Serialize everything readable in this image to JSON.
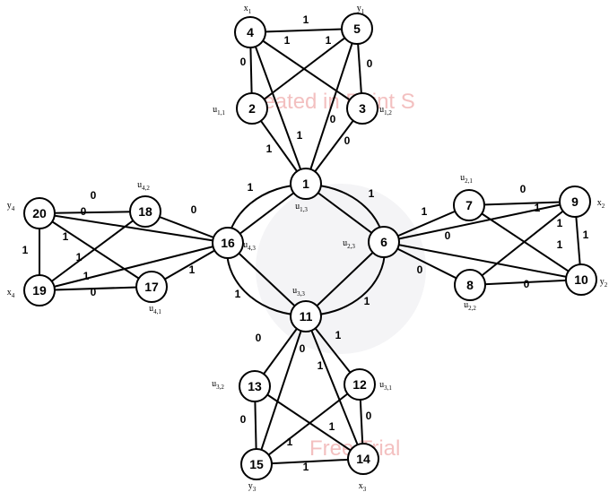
{
  "watermark": {
    "top_text": "Created in Paint S",
    "bottom_text": "Free Trial"
  },
  "nodes": [
    {
      "id": "1",
      "label": "1"
    },
    {
      "id": "2",
      "label": "2"
    },
    {
      "id": "3",
      "label": "3"
    },
    {
      "id": "4",
      "label": "4"
    },
    {
      "id": "5",
      "label": "5"
    },
    {
      "id": "6",
      "label": "6"
    },
    {
      "id": "7",
      "label": "7"
    },
    {
      "id": "8",
      "label": "8"
    },
    {
      "id": "9",
      "label": "9"
    },
    {
      "id": "10",
      "label": "10"
    },
    {
      "id": "11",
      "label": "11"
    },
    {
      "id": "12",
      "label": "12"
    },
    {
      "id": "13",
      "label": "13"
    },
    {
      "id": "14",
      "label": "14"
    },
    {
      "id": "15",
      "label": "15"
    },
    {
      "id": "16",
      "label": "16"
    },
    {
      "id": "17",
      "label": "17"
    },
    {
      "id": "18",
      "label": "18"
    },
    {
      "id": "19",
      "label": "19"
    },
    {
      "id": "20",
      "label": "20"
    }
  ],
  "edges": [
    {
      "from": "4",
      "to": "5",
      "weight": "1"
    },
    {
      "from": "4",
      "to": "2",
      "weight": "0"
    },
    {
      "from": "5",
      "to": "3",
      "weight": "0"
    },
    {
      "from": "4",
      "to": "3",
      "weight": "1"
    },
    {
      "from": "5",
      "to": "2",
      "weight": "1"
    },
    {
      "from": "4",
      "to": "1",
      "weight": "1"
    },
    {
      "from": "5",
      "to": "1",
      "weight": "0"
    },
    {
      "from": "2",
      "to": "1",
      "weight": "1"
    },
    {
      "from": "3",
      "to": "1",
      "weight": "0"
    },
    {
      "from": "1",
      "to": "6",
      "weight": "1"
    },
    {
      "from": "1",
      "to": "16",
      "weight": "1"
    },
    {
      "from": "16",
      "to": "11",
      "weight": "1"
    },
    {
      "from": "6",
      "to": "11",
      "weight": "1"
    },
    {
      "from": "7",
      "to": "9",
      "weight": "0"
    },
    {
      "from": "9",
      "to": "10",
      "weight": "1"
    },
    {
      "from": "8",
      "to": "10",
      "weight": "0"
    },
    {
      "from": "7",
      "to": "10",
      "weight": "1"
    },
    {
      "from": "9",
      "to": "8",
      "weight": "1"
    },
    {
      "from": "6",
      "to": "7",
      "weight": "1"
    },
    {
      "from": "6",
      "to": "9",
      "weight": "1"
    },
    {
      "from": "6",
      "to": "10",
      "weight": "0"
    },
    {
      "from": "6",
      "to": "8",
      "weight": "0"
    },
    {
      "from": "13",
      "to": "15",
      "weight": "0"
    },
    {
      "from": "15",
      "to": "14",
      "weight": "1"
    },
    {
      "from": "12",
      "to": "14",
      "weight": "0"
    },
    {
      "from": "13",
      "to": "14",
      "weight": "1"
    },
    {
      "from": "12",
      "to": "15",
      "weight": "1"
    },
    {
      "from": "11",
      "to": "13",
      "weight": "0"
    },
    {
      "from": "11",
      "to": "12",
      "weight": "1"
    },
    {
      "from": "11",
      "to": "15",
      "weight": "0"
    },
    {
      "from": "11",
      "to": "14",
      "weight": "1"
    },
    {
      "from": "20",
      "to": "18",
      "weight": "0"
    },
    {
      "from": "20",
      "to": "19",
      "weight": "1"
    },
    {
      "from": "19",
      "to": "17",
      "weight": "0"
    },
    {
      "from": "20",
      "to": "17",
      "weight": "1"
    },
    {
      "from": "19",
      "to": "18",
      "weight": "1"
    },
    {
      "from": "18",
      "to": "16",
      "weight": "0"
    },
    {
      "from": "20",
      "to": "16",
      "weight": "0"
    },
    {
      "from": "19",
      "to": "16",
      "weight": "1"
    },
    {
      "from": "17",
      "to": "16",
      "weight": "1"
    }
  ],
  "variable_labels": [
    {
      "id": "x1",
      "base": "x",
      "sub": "1"
    },
    {
      "id": "y1",
      "base": "y",
      "sub": "1"
    },
    {
      "id": "u11",
      "base": "u",
      "sub": "1,1"
    },
    {
      "id": "u12",
      "base": "u",
      "sub": "1,2"
    },
    {
      "id": "u13",
      "base": "u",
      "sub": "1,3"
    },
    {
      "id": "u21",
      "base": "u",
      "sub": "2,1"
    },
    {
      "id": "x2",
      "base": "x",
      "sub": "2"
    },
    {
      "id": "u23",
      "base": "u",
      "sub": "2,3"
    },
    {
      "id": "y2",
      "base": "y",
      "sub": "2"
    },
    {
      "id": "u22",
      "base": "u",
      "sub": "2,2"
    },
    {
      "id": "u42",
      "base": "u",
      "sub": "4,2"
    },
    {
      "id": "y4",
      "base": "y",
      "sub": "4"
    },
    {
      "id": "u43",
      "base": "u",
      "sub": "4,3"
    },
    {
      "id": "x4",
      "base": "x",
      "sub": "4"
    },
    {
      "id": "u41",
      "base": "u",
      "sub": "4,1"
    },
    {
      "id": "u33",
      "base": "u",
      "sub": "3,3"
    },
    {
      "id": "u32",
      "base": "u",
      "sub": "3,2"
    },
    {
      "id": "u31",
      "base": "u",
      "sub": "3,1"
    },
    {
      "id": "y3",
      "base": "y",
      "sub": "3"
    },
    {
      "id": "x3",
      "base": "x",
      "sub": "3"
    }
  ]
}
